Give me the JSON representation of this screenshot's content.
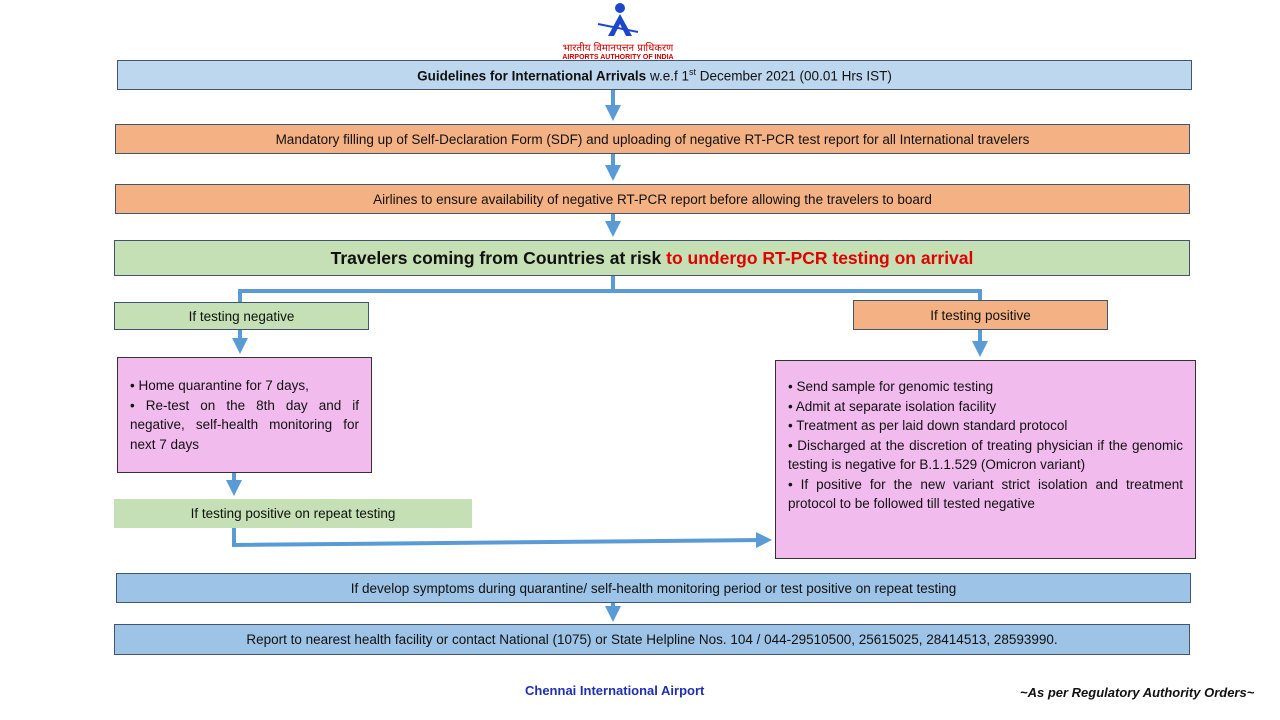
{
  "logo": {
    "hindi": "भारतीय विमानपत्तन प्राधिकरण",
    "english": "AIRPORTS AUTHORITY OF INDIA"
  },
  "title": {
    "bold": "Guidelines for International Arrivals",
    "normal": " w.e.f  1",
    "sup": "st",
    "rest": " December 2021 (00.01 Hrs IST)"
  },
  "step1": "Mandatory  filling up of Self-Declaration Form (SDF) and uploading of negative RT-PCR test report for all International travelers",
  "step2": "Airlines to  ensure availability of negative RT-PCR report before allowing the travelers to board",
  "step3": {
    "black": "Travelers coming from Countries  at risk ",
    "red": "to undergo  RT-PCR testing on arrival"
  },
  "negative": {
    "label": "If testing negative",
    "items": [
      "•  Home quarantine for 7 days,",
      "•  Re-test on the 8th day and if negative, self-health monitoring for next 7 days"
    ],
    "repeat": "If testing positive on repeat testing"
  },
  "positive": {
    "label": "If testing positive",
    "items": [
      "• Send sample for genomic testing",
      "• Admit at separate isolation facility",
      "• Treatment as per laid down  standard protocol",
      "• Discharged at the discretion of treating physician if the genomic testing is negative for B.1.1.529 (Omicron variant)",
      "•  If positive for the new variant strict isolation and treatment protocol to be followed till tested negative"
    ]
  },
  "symptoms": "If develop symptoms during quarantine/ self-health monitoring period or test positive on repeat testing",
  "report": "Report to nearest health facility or contact National (1075) or State Helpline Nos. 104 / 044-29510500, 25615025, 28414513, 28593990.",
  "footer": {
    "airport": "Chennai International Airport",
    "note": "~As per Regulatory Authority Orders~"
  },
  "colors": {
    "arrow": "#5b9bd5",
    "red": "#e00000",
    "footerBlue": "#1f2fb0"
  }
}
